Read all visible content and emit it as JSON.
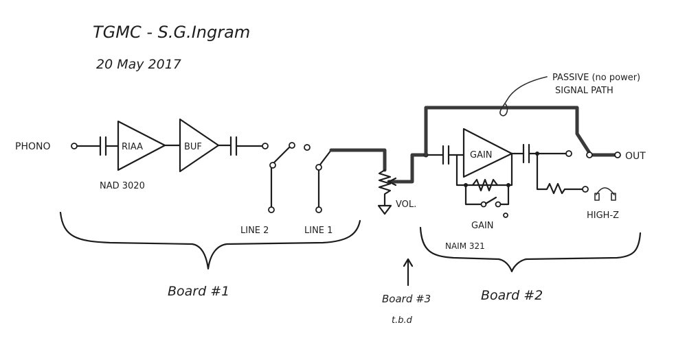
{
  "header": {
    "title": "TGMC - S.G.Ingram",
    "date": "20 May 2017"
  },
  "blocks": {
    "riaa": "RIAA",
    "buf": "BUF",
    "gain": "GAIN"
  },
  "labels": {
    "phono": "PHONO",
    "nad": "NAD 3020",
    "line2": "LINE 2",
    "line1": "LINE 1",
    "vol": "VOL.",
    "gain_switch": "GAIN",
    "naim": "NAIM 321",
    "high_z": "HIGH-Z",
    "out": "OUT"
  },
  "annotation": {
    "line1": "PASSIVE (no power)",
    "line2": "SIGNAL PATH"
  },
  "boards": {
    "board1": "Board #1",
    "board2": "Board #2",
    "board3": "Board #3",
    "board3_note": "t.b.d"
  }
}
